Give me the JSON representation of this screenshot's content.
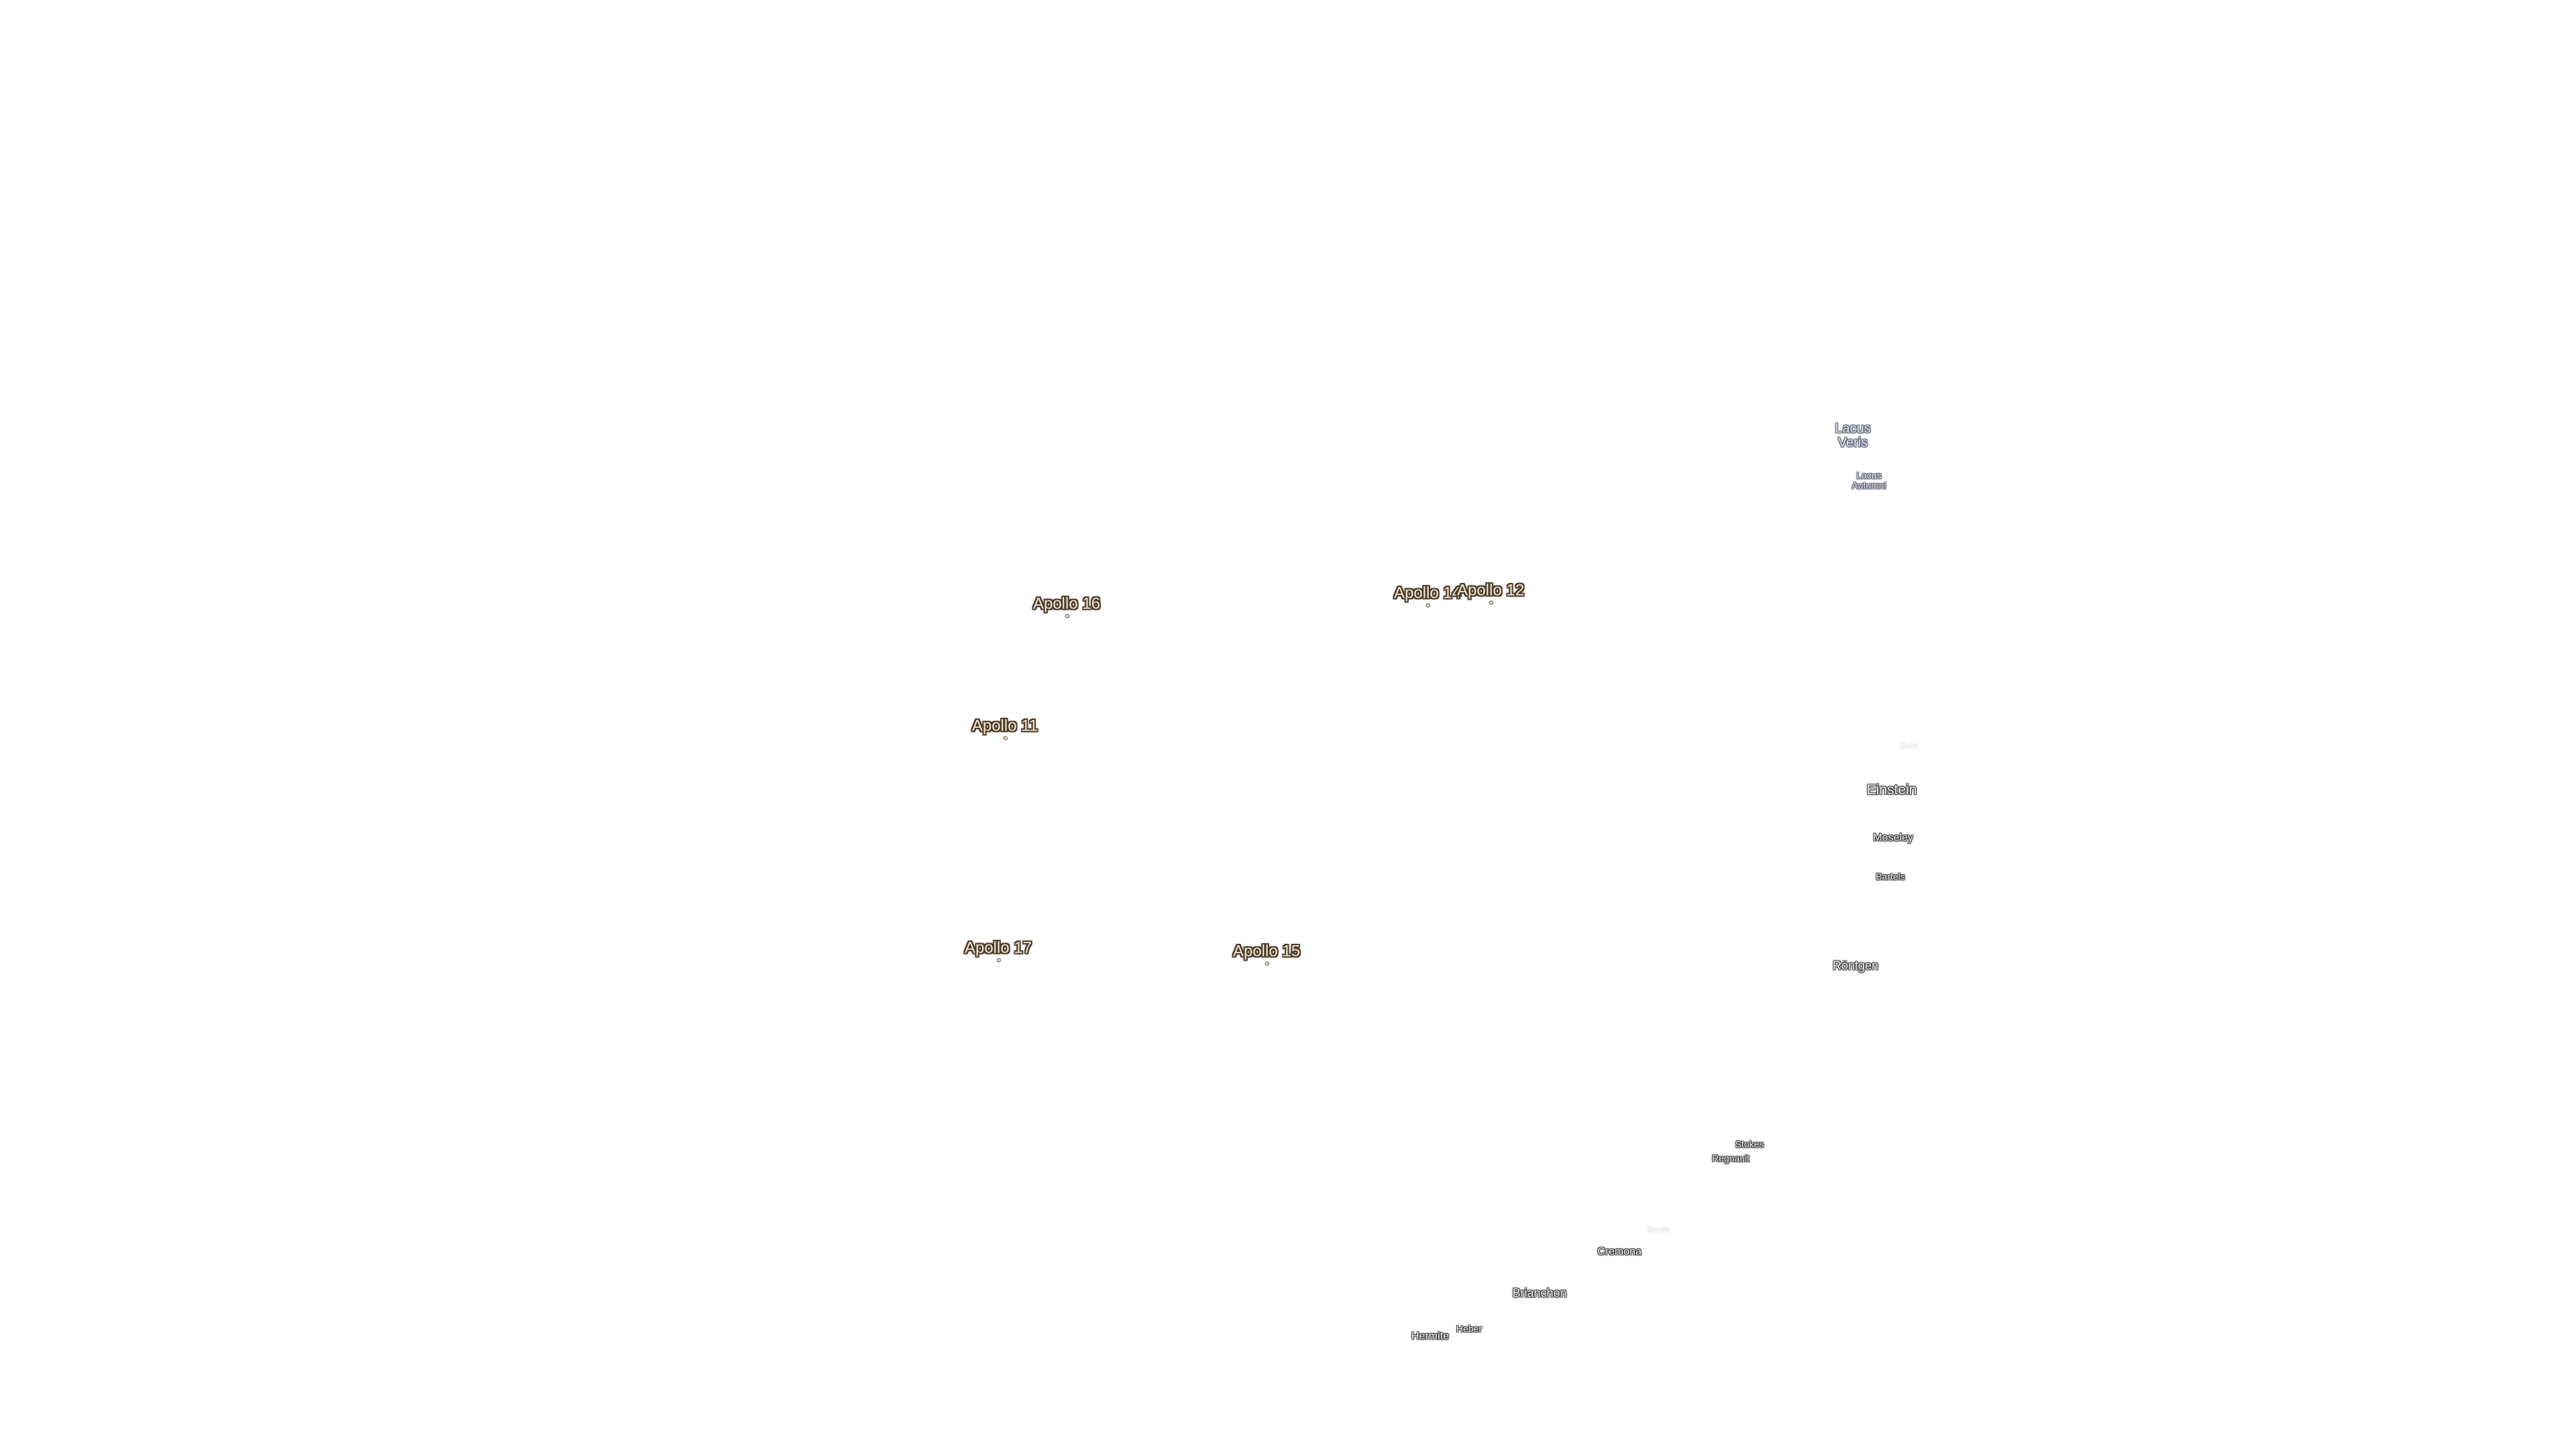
{
  "map": {
    "apollo_sites": [
      {
        "id": "apollo-16",
        "label": "Apollo 16"
      },
      {
        "id": "apollo-14",
        "label": "Apollo 14"
      },
      {
        "id": "apollo-12",
        "label": "Apollo 12"
      },
      {
        "id": "apollo-11",
        "label": "Apollo 11"
      },
      {
        "id": "apollo-17",
        "label": "Apollo 17"
      },
      {
        "id": "apollo-15",
        "label": "Apollo 15"
      }
    ],
    "lakes": [
      {
        "id": "lacus-veris",
        "line1": "Lacus",
        "line2": "Veris"
      },
      {
        "id": "lacus-autumni",
        "line1": "Lacus",
        "line2": "Autumni"
      }
    ],
    "craters": [
      {
        "id": "bohr",
        "label": "Bohr"
      },
      {
        "id": "einstein",
        "label": "Einstein"
      },
      {
        "id": "moseley",
        "label": "Moseley"
      },
      {
        "id": "bartels",
        "label": "Bartels"
      },
      {
        "id": "rontgen",
        "label": "Röntgen"
      },
      {
        "id": "stokes",
        "label": "Stokes"
      },
      {
        "id": "regnault",
        "label": "Regnault"
      },
      {
        "id": "boole",
        "label": "Boole"
      },
      {
        "id": "cremona",
        "label": "Cremona"
      },
      {
        "id": "brianchon",
        "label": "Brianchon"
      },
      {
        "id": "hermite",
        "label": "Hermite"
      },
      {
        "id": "heber",
        "label": "Heber"
      }
    ],
    "colors": {
      "background": "#ffffff",
      "apollo_label": "#f4e8cf",
      "apollo_outline": "#4a3a2a",
      "lake_label": "#e3e7ee",
      "crater_label": "#f2f2f2"
    }
  }
}
